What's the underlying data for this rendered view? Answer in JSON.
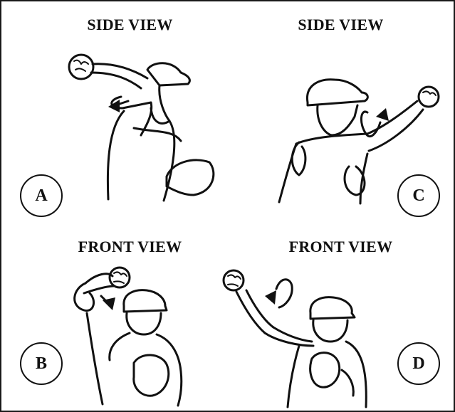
{
  "panels": [
    {
      "id": "A",
      "view": "SIDE VIEW",
      "label": "A"
    },
    {
      "id": "C",
      "view": "SIDE VIEW",
      "label": "C"
    },
    {
      "id": "B",
      "view": "FRONT VIEW",
      "label": "B"
    },
    {
      "id": "D",
      "view": "FRONT VIEW",
      "label": "D"
    }
  ],
  "colors": {
    "ink": "#111111",
    "background": "#ffffff",
    "border": "#1a1a1a"
  }
}
